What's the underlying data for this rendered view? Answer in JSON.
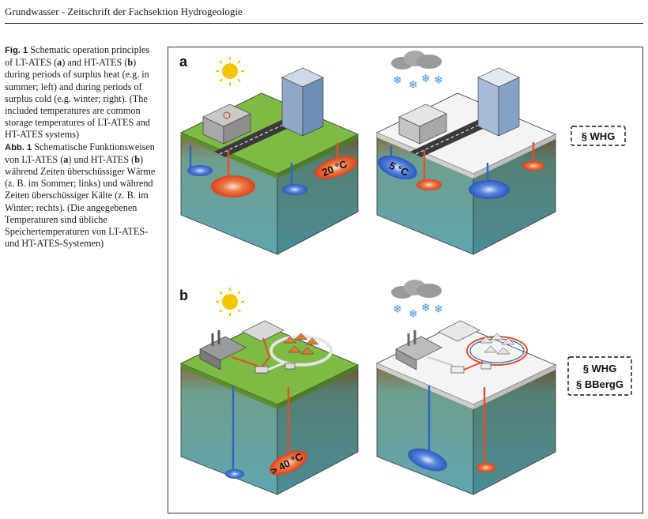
{
  "header": {
    "journal": "Grundwasser - Zeitschrift der Fachsektion Hydrogeologie"
  },
  "caption": {
    "en_label": "Fig. 1",
    "en_parts": [
      " Schematic operation principles of LT-ATES (",
      "a",
      ") and HT-ATES (",
      "b",
      ") during periods of surplus heat (e.g. in summer; left) and during periods of surplus cold (e.g. winter; right). (The included temperatures are common storage temperatures of LT-ATES and HT-ATES systems)"
    ],
    "de_label": "Abb. 1",
    "de_parts": [
      " Schematische Funktionsweisen von LT-ATES (",
      "a",
      ") und HT-ATES (",
      "b",
      ") während Zeiten überschüssiger Wärme (z. B. im Sommer; links) und während Zeiten überschüssiger Kälte (z. B. im Winter; rechts). (Die angegebenen Temperaturen sind übliche Speichertemperaturen von LT-ATES- und HT-ATES-Systemen)"
    ]
  },
  "figure": {
    "panel_a": "a",
    "panel_b": "b",
    "temp_a_summer": "20 °C",
    "temp_a_winter": "5 °C",
    "temp_b_summer": "> 40 °C",
    "law_a": "§ WHG",
    "law_b1": "§ WHG",
    "law_b2": "§ BBergG",
    "colors": {
      "warm": "#e0502a",
      "cold": "#2f64c8",
      "ground_top": "#7dbb45",
      "water": "#6aa7ad",
      "sun": "#f5c400"
    }
  }
}
